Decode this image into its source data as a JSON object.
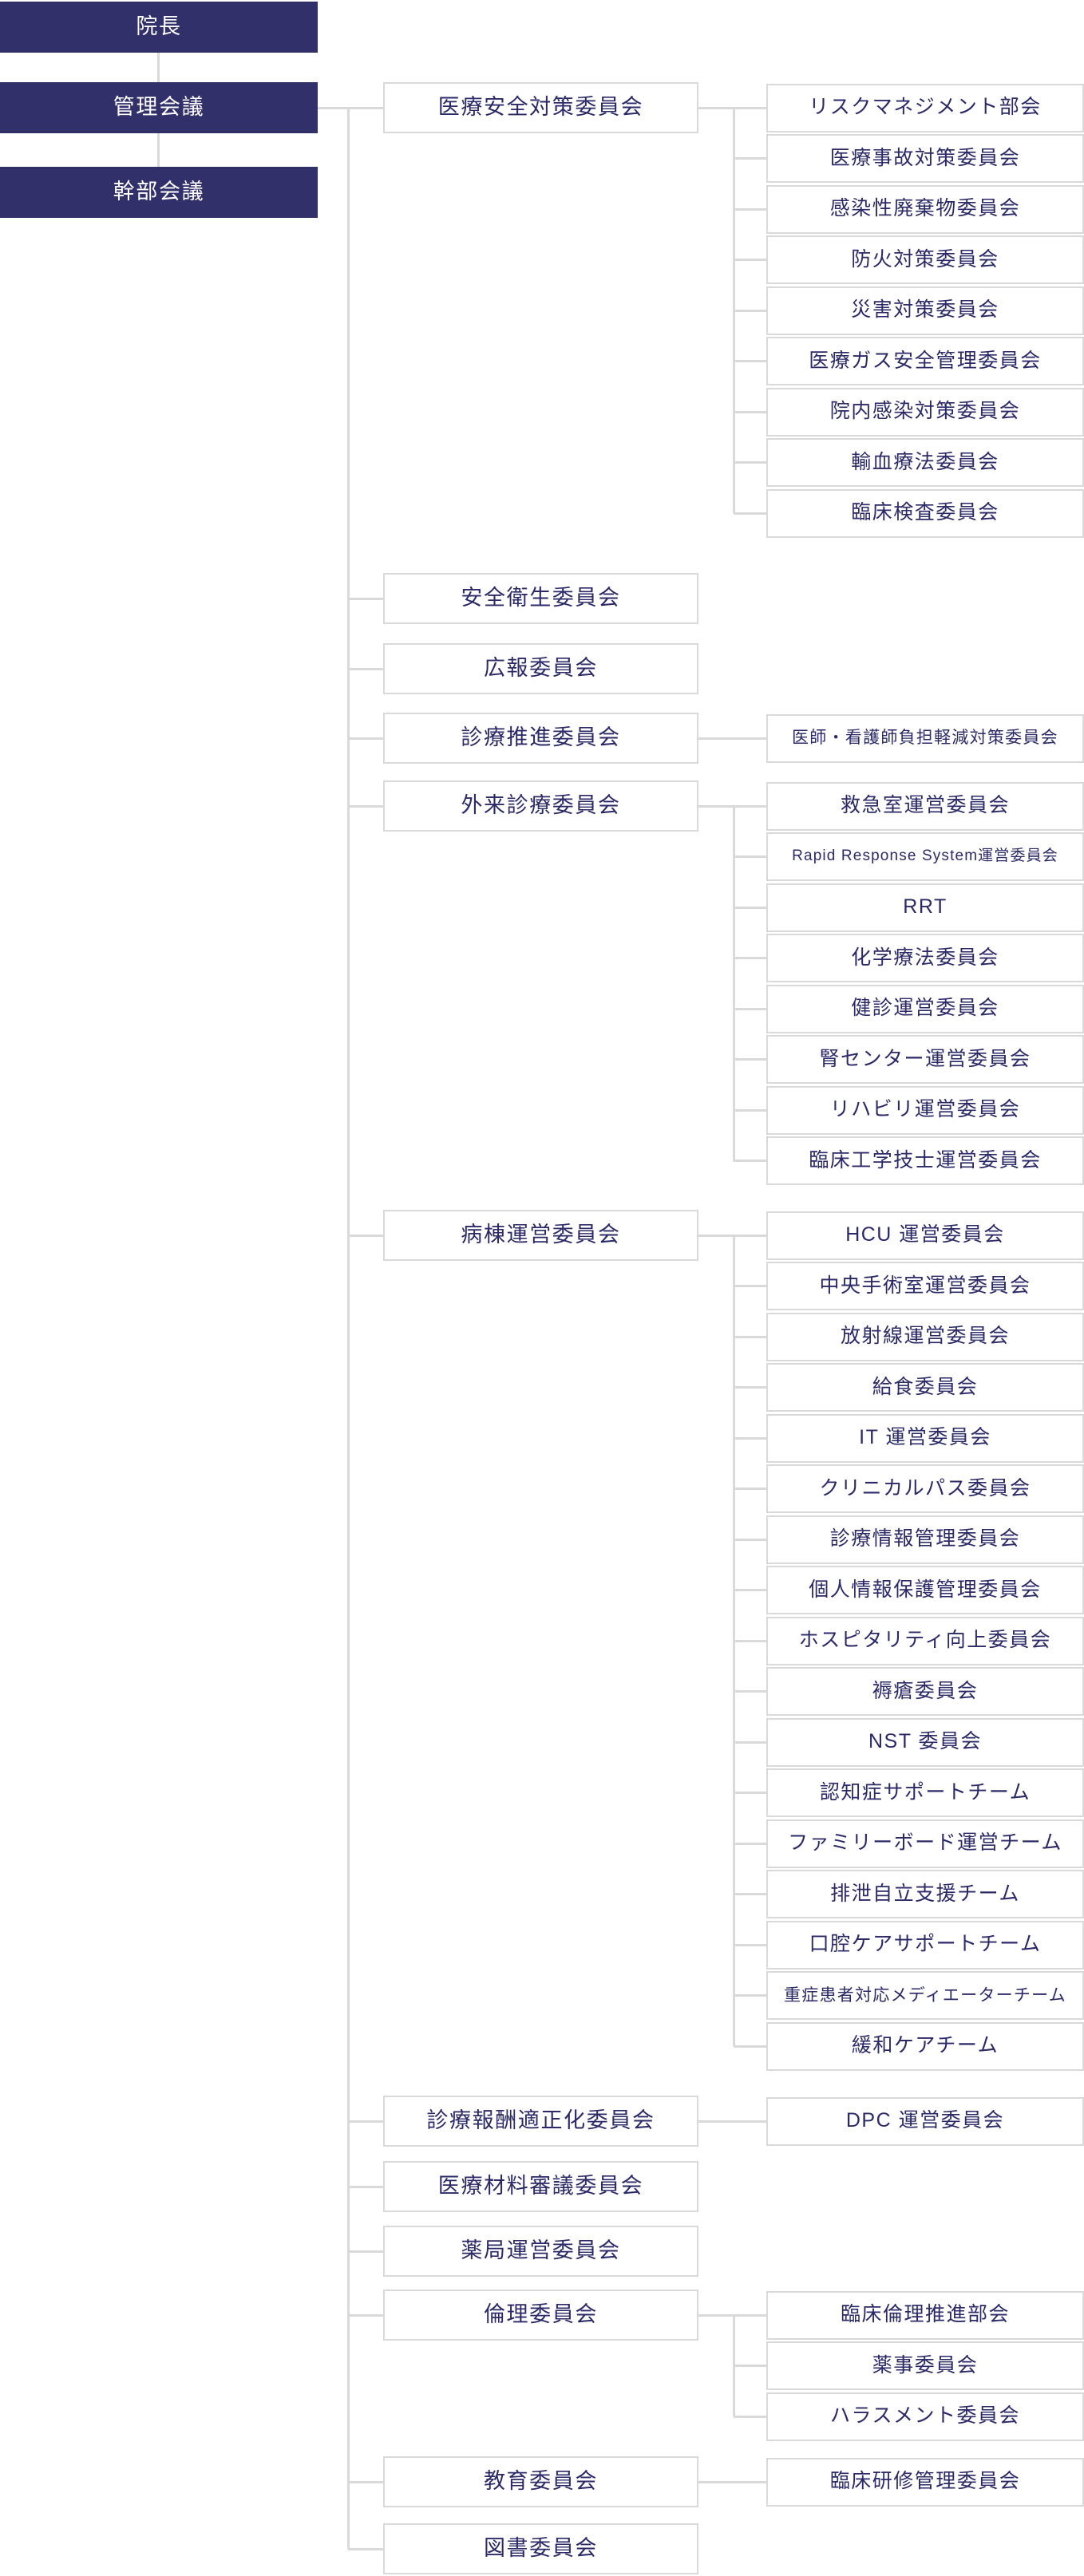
{
  "palette": {
    "navy_fill": "#32306a",
    "committee_text": "#2b2a66",
    "connector_line": "#d9d9d9",
    "box_background": "#ffffff"
  },
  "top_boxes": [
    {
      "label": "院長"
    },
    {
      "label": "管理会議"
    },
    {
      "label": "幹部会議"
    }
  ],
  "branches": [
    {
      "label": "医療安全対策委員会",
      "children": [
        {
          "label": "リスクマネジメント部会"
        },
        {
          "label": "医療事故対策委員会"
        },
        {
          "label": "感染性廃棄物委員会"
        },
        {
          "label": "防火対策委員会"
        },
        {
          "label": "災害対策委員会"
        },
        {
          "label": "医療ガス安全管理委員会"
        },
        {
          "label": "院内感染対策委員会"
        },
        {
          "label": "輸血療法委員会"
        },
        {
          "label": "臨床検査委員会"
        }
      ]
    },
    {
      "label": "安全衛生委員会",
      "children": []
    },
    {
      "label": "広報委員会",
      "children": []
    },
    {
      "label": "診療推進委員会",
      "children": [
        {
          "label": "医師・看護師負担軽減対策委員会"
        }
      ]
    },
    {
      "label": "外来診療委員会",
      "children": [
        {
          "label": "救急室運営委員会"
        },
        {
          "label": "Rapid Response System運営委員会"
        },
        {
          "label": "RRT"
        },
        {
          "label": "化学療法委員会"
        },
        {
          "label": "健診運営委員会"
        },
        {
          "label": "腎センター運営委員会"
        },
        {
          "label": "リハビリ運営委員会"
        },
        {
          "label": "臨床工学技士運営委員会"
        }
      ]
    },
    {
      "label": "病棟運営委員会",
      "children": [
        {
          "label": "HCU 運営委員会"
        },
        {
          "label": "中央手術室運営委員会"
        },
        {
          "label": "放射線運営委員会"
        },
        {
          "label": "給食委員会"
        },
        {
          "label": "IT 運営委員会"
        },
        {
          "label": "クリニカルパス委員会"
        },
        {
          "label": "診療情報管理委員会"
        },
        {
          "label": "個人情報保護管理委員会"
        },
        {
          "label": "ホスピタリティ向上委員会"
        },
        {
          "label": "褥瘡委員会"
        },
        {
          "label": "NST 委員会"
        },
        {
          "label": "認知症サポートチーム"
        },
        {
          "label": "ファミリーボード運営チーム"
        },
        {
          "label": "排泄自立支援チーム"
        },
        {
          "label": "口腔ケアサポートチーム"
        },
        {
          "label": "重症患者対応メディエーターチーム"
        },
        {
          "label": "緩和ケアチーム"
        }
      ]
    },
    {
      "label": "診療報酬適正化委員会",
      "children": [
        {
          "label": "DPC 運営委員会"
        }
      ]
    },
    {
      "label": "医療材料審議委員会",
      "children": []
    },
    {
      "label": "薬局運営委員会",
      "children": []
    },
    {
      "label": "倫理委員会",
      "children": [
        {
          "label": "臨床倫理推進部会"
        },
        {
          "label": "薬事委員会"
        },
        {
          "label": "ハラスメント委員会"
        }
      ]
    },
    {
      "label": "教育委員会",
      "children": [
        {
          "label": "臨床研修管理委員会"
        }
      ]
    },
    {
      "label": "図書委員会",
      "children": []
    }
  ]
}
